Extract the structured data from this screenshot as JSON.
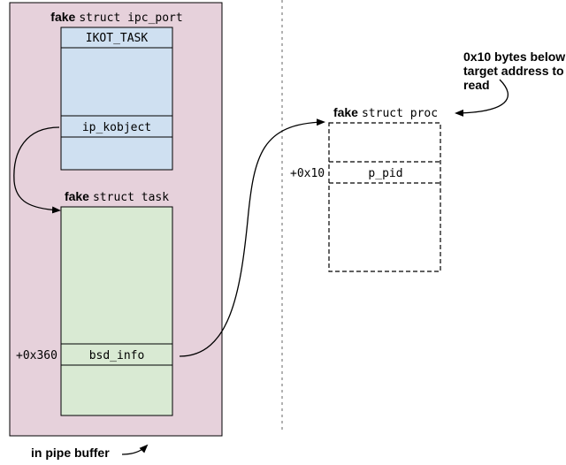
{
  "pipe_buffer": {
    "fill": "#e6d1db",
    "label": "in pipe buffer"
  },
  "ipc_port": {
    "title_kw": "fake",
    "title_name": "struct ipc_port",
    "fill": "#cfe0f1",
    "field_top": "IKOT_TASK",
    "field_kobject": "ip_kobject"
  },
  "task": {
    "title_kw": "fake",
    "title_name": "struct task",
    "fill": "#d9ead3",
    "offset": "+0x360",
    "field_bsd_info": "bsd_info"
  },
  "proc": {
    "title_kw": "fake",
    "title_name": "struct proc",
    "offset": "+0x10",
    "field_pid": "p_pid"
  },
  "note": {
    "lines": [
      "0x10 bytes below",
      "target address to",
      "read"
    ]
  }
}
